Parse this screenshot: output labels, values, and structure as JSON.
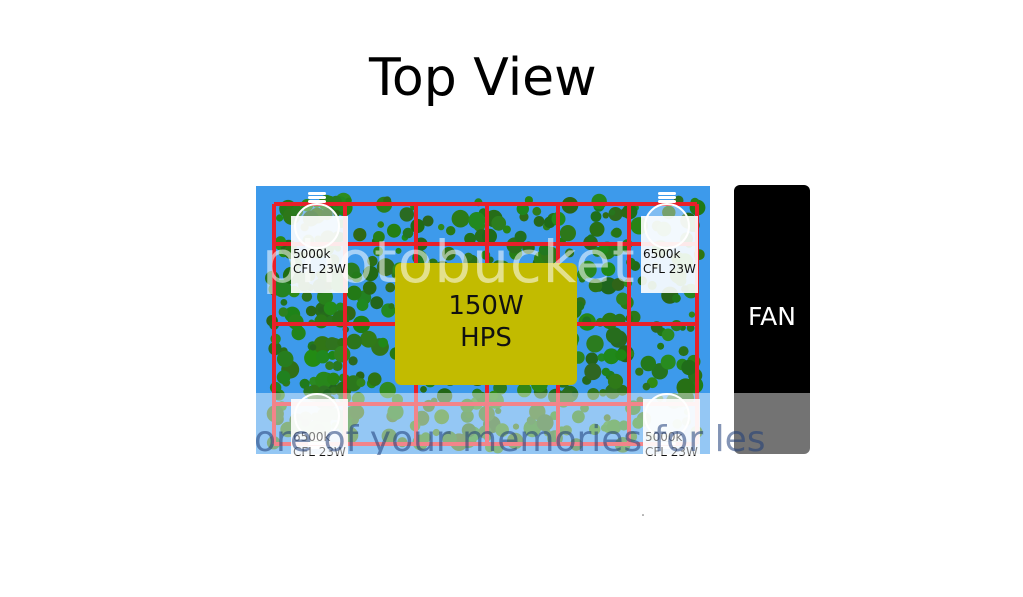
{
  "title": "Top View",
  "lamps": [
    {
      "id": "top-left",
      "temp": "5000k",
      "type": "CFL 23W"
    },
    {
      "id": "top-right",
      "temp": "6500k",
      "type": "CFL 23W"
    },
    {
      "id": "bottom-left",
      "temp": "6500k",
      "type": "CFL 23W"
    },
    {
      "id": "bottom-right",
      "temp": "5000k",
      "type": "CFL 23W"
    }
  ],
  "hps": {
    "line1": "150W",
    "line2": "HPS"
  },
  "fan": {
    "label": "FAN"
  },
  "watermark": {
    "logo_text": "photobucket",
    "band_text": "ore of your memories for les"
  },
  "colors": {
    "background": "#ffffff",
    "tent": "#3d9aeb",
    "grid": "#e8202a",
    "foliage": "#2a7d1c",
    "hps": "#c2bb00",
    "fan": "#000000"
  }
}
